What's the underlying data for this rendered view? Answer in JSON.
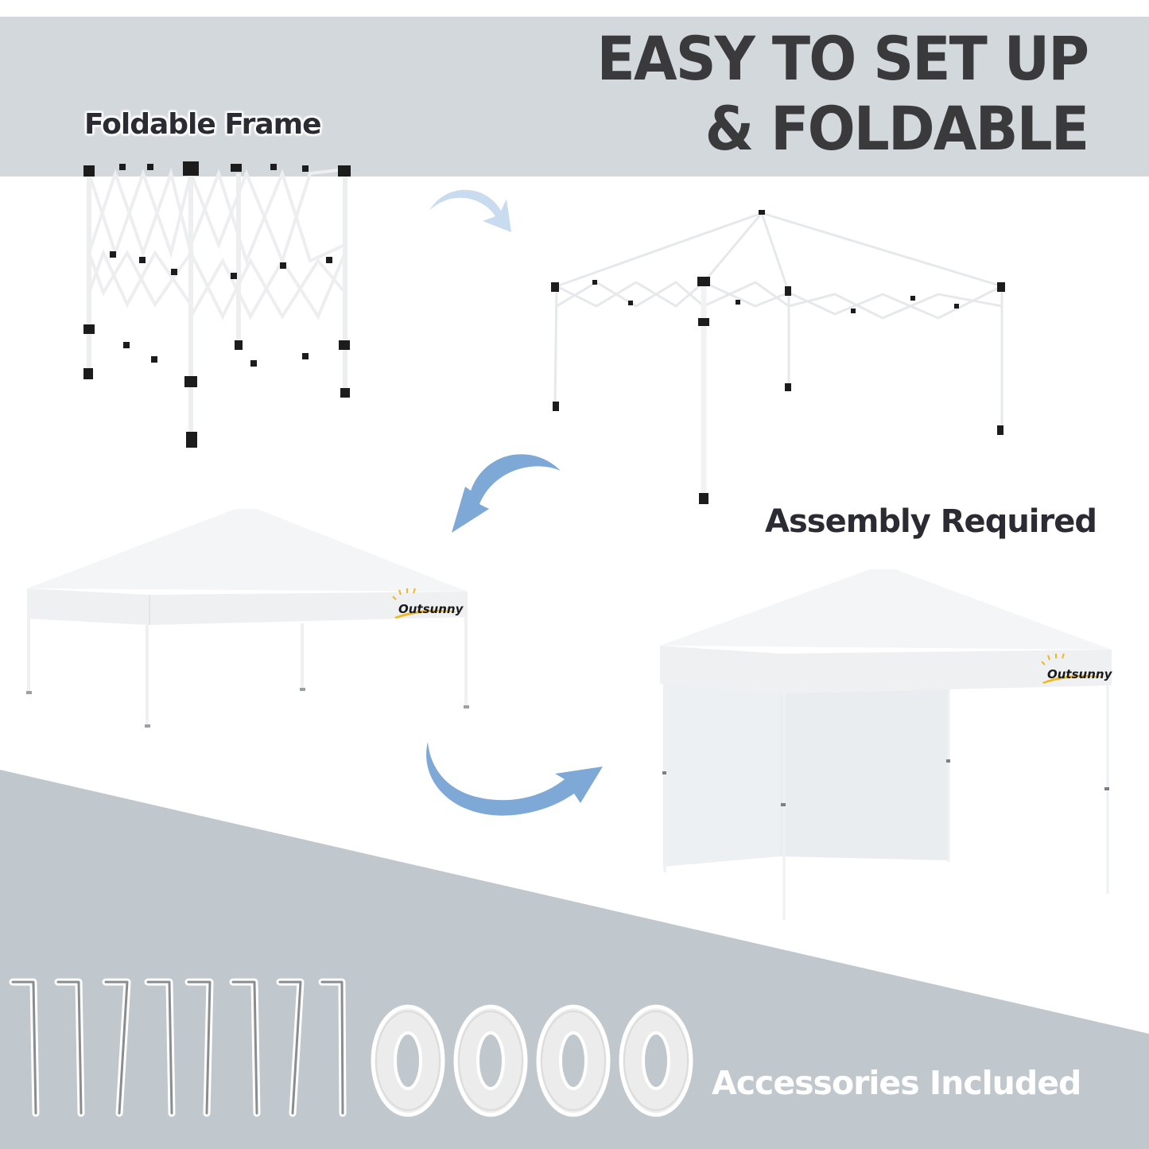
{
  "headline": {
    "line1": "EASY TO SET UP",
    "line2": "& FOLDABLE"
  },
  "labels": {
    "foldable_frame": "Foldable Frame",
    "assembly_required": "Assembly Required",
    "accessories_included": "Accessories Included"
  },
  "brand": {
    "name": "Outsunny",
    "accent_color": "#f2b81c"
  },
  "steps": [
    {
      "name": "folded-frame",
      "description": "Foldable Frame"
    },
    {
      "name": "expanded-frame",
      "description": "Expanded frame"
    },
    {
      "name": "canopy-tent",
      "description": "Canopy tent"
    },
    {
      "name": "canopy-tent-with-sidewall",
      "description": "Canopy tent with sidewall"
    }
  ],
  "accessories": {
    "stakes_count": 8,
    "rope_coils_count": 4
  },
  "colors": {
    "band_gray": "#d3d8dc",
    "lower_gray": "#c0c7cd",
    "heading_text": "#3a3a3c",
    "arrow_light": "#c9dbee",
    "arrow_blue": "#7ea8d6"
  }
}
